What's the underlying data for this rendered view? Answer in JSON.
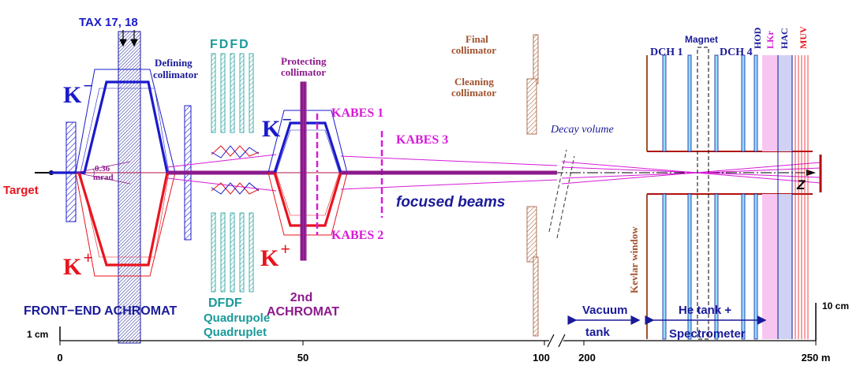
{
  "labels": {
    "tax": "TAX 17, 18",
    "defining_1": "Defining",
    "defining_2": "collimator",
    "fdfd": "FDFD",
    "dfdf": "DFDF",
    "quad_1": "Quadrupole",
    "quad_2": "Quadruplet",
    "protecting_1": "Protecting",
    "protecting_2": "collimator",
    "kabes1": "KABES 1",
    "kabes2": "KABES 2",
    "kabes3": "KABES 3",
    "final_1": "Final",
    "final_2": "collimator",
    "cleaning_1": "Cleaning",
    "cleaning_2": "collimator",
    "decay_volume": "Decay volume",
    "focused_beams": "focused beams",
    "target": "Target",
    "angle_1": "0.36",
    "angle_2": "mrad",
    "k_minus": "K",
    "k_plus": "K",
    "minus": "−",
    "plus": "+",
    "front_end": "FRONT−END ACHROMAT",
    "second": "2nd",
    "achromat": "ACHROMAT",
    "vacuum": "Vacuum",
    "tank": "tank",
    "he_tank": "He tank +",
    "spectrometer": "Spectrometer",
    "dch1": "DCH 1",
    "dch4": "DCH 4",
    "magnet": "Magnet",
    "hod": "HOD",
    "lkr": "LKr",
    "hac": "HAC",
    "muv": "MUV",
    "kevlar": "Kevlar window",
    "z": "Z",
    "scale_1cm": "1 cm",
    "scale_10cm": "10 cm"
  },
  "axis": {
    "ticks": [
      "0",
      "50",
      "100",
      "200",
      "250 m"
    ]
  },
  "colors": {
    "blue": "#1a1acc",
    "red": "#e8141e",
    "purple": "#8c1a8c",
    "magenta": "#d81ad8",
    "teal": "#1a9a9a",
    "brown": "#a0522d",
    "navy": "#1a1a9a",
    "darkred": "#b01010",
    "cyan": "#8fe0ff",
    "pink": "#f7c6f0",
    "lavender": "#cfd2f5"
  }
}
